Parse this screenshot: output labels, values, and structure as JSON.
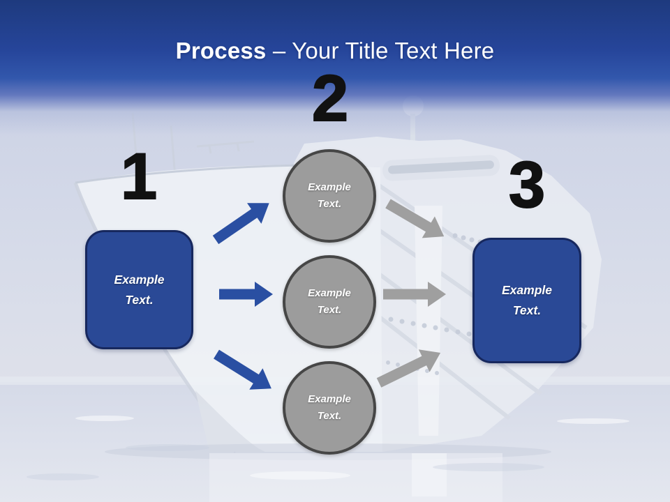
{
  "title": {
    "bold": "Process",
    "rest": "– Your Title Text Here"
  },
  "numbers": [
    "1",
    "2",
    "3"
  ],
  "left_box": {
    "label": "Example Text."
  },
  "circles": [
    {
      "label": "Example Text."
    },
    {
      "label": "Example Text."
    },
    {
      "label": "Example Text."
    }
  ],
  "right_box": {
    "label": "Example Text."
  },
  "background": {
    "description_icon": "cruise-ship-on-water"
  },
  "colors": {
    "header_top": "#1e3a7e",
    "header_bottom": "#3257ac",
    "title_text": "#ffffff",
    "number_text": "#111111",
    "box_fill": "#2a4996",
    "box_border": "#17285e",
    "box_text": "#ffffff",
    "circle_fill": "#9c9c9c",
    "circle_border": "#464646",
    "circle_text": "#ffffff",
    "arrow_blue": "#2a4fa2",
    "arrow_gray": "#9f9f9f"
  }
}
